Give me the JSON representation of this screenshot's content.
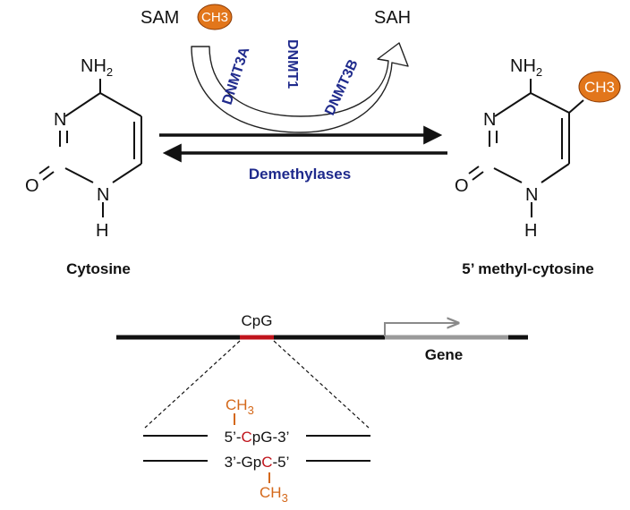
{
  "reaction": {
    "donor": "SAM",
    "product": "SAH",
    "methyl": "CH3",
    "enzymes": [
      "DNMT3A",
      "DNMT1",
      "DNMT3B"
    ],
    "reverse_label": "Demethylases"
  },
  "cytosine": {
    "name": "Cytosine",
    "amino": "NH",
    "amino_sub": "2",
    "n3": "N",
    "n1": "N",
    "oxygen": "O",
    "hydrogen": "H"
  },
  "methylcytosine": {
    "name": "5’ methyl-cytosine",
    "amino": "NH",
    "amino_sub": "2",
    "n3": "N",
    "n1": "N",
    "oxygen": "O",
    "hydrogen": "H",
    "methyl": "CH3"
  },
  "gene_track": {
    "cpg_label": "CpG",
    "gene_label": "Gene"
  },
  "dinucleotide": {
    "top_prefix": "5’-",
    "top_c": "C",
    "top_suffix": "pG-3’",
    "bottom_prefix": "3’-Gp",
    "bottom_c": "C",
    "bottom_suffix": "-5’",
    "methyl_c": "CH",
    "methyl_sub": "3"
  },
  "colors": {
    "enzyme_text": "#1f2a8c",
    "methyl_bubble": "#e2761b",
    "methyl_text": "#d4681a",
    "cpg_highlight": "#c0141c",
    "gene_segment": "#9a9a9a"
  }
}
